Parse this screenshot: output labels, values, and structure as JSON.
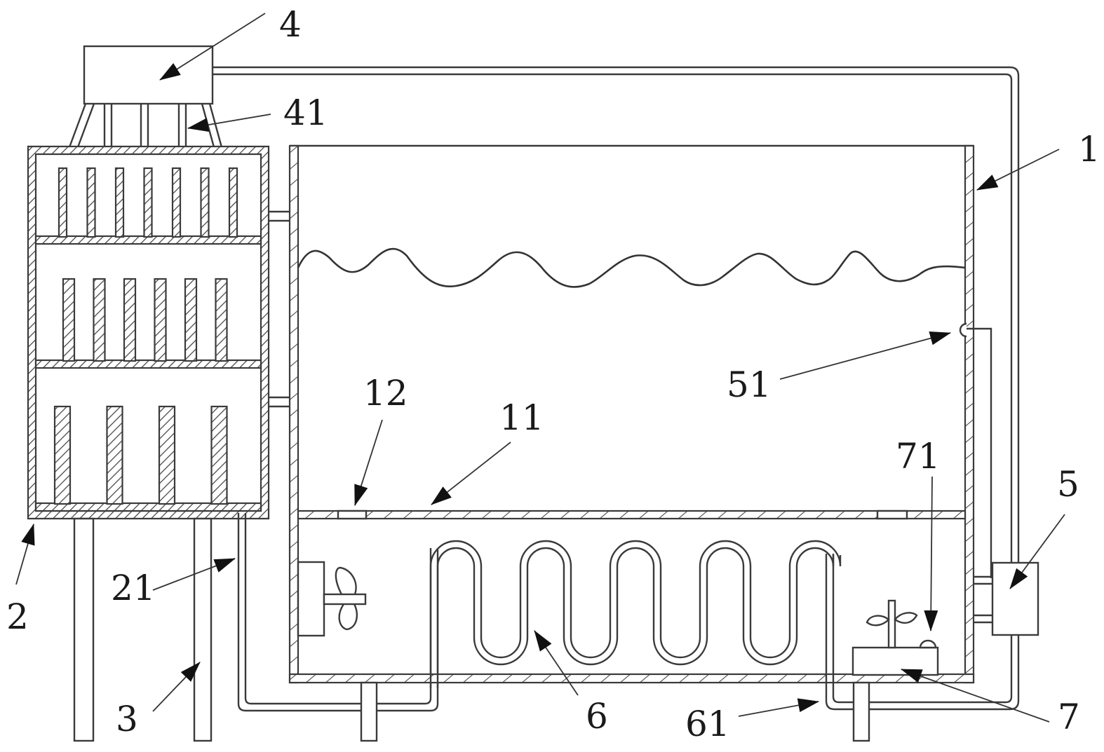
{
  "figure": {
    "description": "Patent schematic of a water tank with heat dissipation box, fan, serpentine heat-exchange coil, sensor and controller",
    "colors": {
      "line": "#3a3a3a",
      "background": "#ffffff",
      "text": "#1a1a1a"
    }
  },
  "labels": {
    "l1": "1",
    "l2": "2",
    "l3": "3",
    "l4": "4",
    "l41": "41",
    "l5": "5",
    "l51": "51",
    "l6": "6",
    "l61": "61",
    "l7": "7",
    "l71": "71",
    "l11": "11",
    "l12": "12",
    "l21": "21"
  },
  "components": [
    {
      "ref": "1",
      "name": "water tank"
    },
    {
      "ref": "11",
      "name": "partition plate"
    },
    {
      "ref": "12",
      "name": "opening in partition"
    },
    {
      "ref": "2",
      "name": "heat dissipation box with fins"
    },
    {
      "ref": "21",
      "name": "connecting pipe"
    },
    {
      "ref": "3",
      "name": "support legs"
    },
    {
      "ref": "4",
      "name": "top unit"
    },
    {
      "ref": "41",
      "name": "branch pipes"
    },
    {
      "ref": "5",
      "name": "controller box"
    },
    {
      "ref": "51",
      "name": "sensor"
    },
    {
      "ref": "6",
      "name": "serpentine coil"
    },
    {
      "ref": "61",
      "name": "coil outlet pipe"
    },
    {
      "ref": "7",
      "name": "planter base"
    },
    {
      "ref": "71",
      "name": "small sensor dome"
    }
  ],
  "fins": {
    "row1_count": 7,
    "row2_count": 6,
    "row3_count": 4
  },
  "coil": {
    "top_loops": 5,
    "bottom_loops": 4
  }
}
